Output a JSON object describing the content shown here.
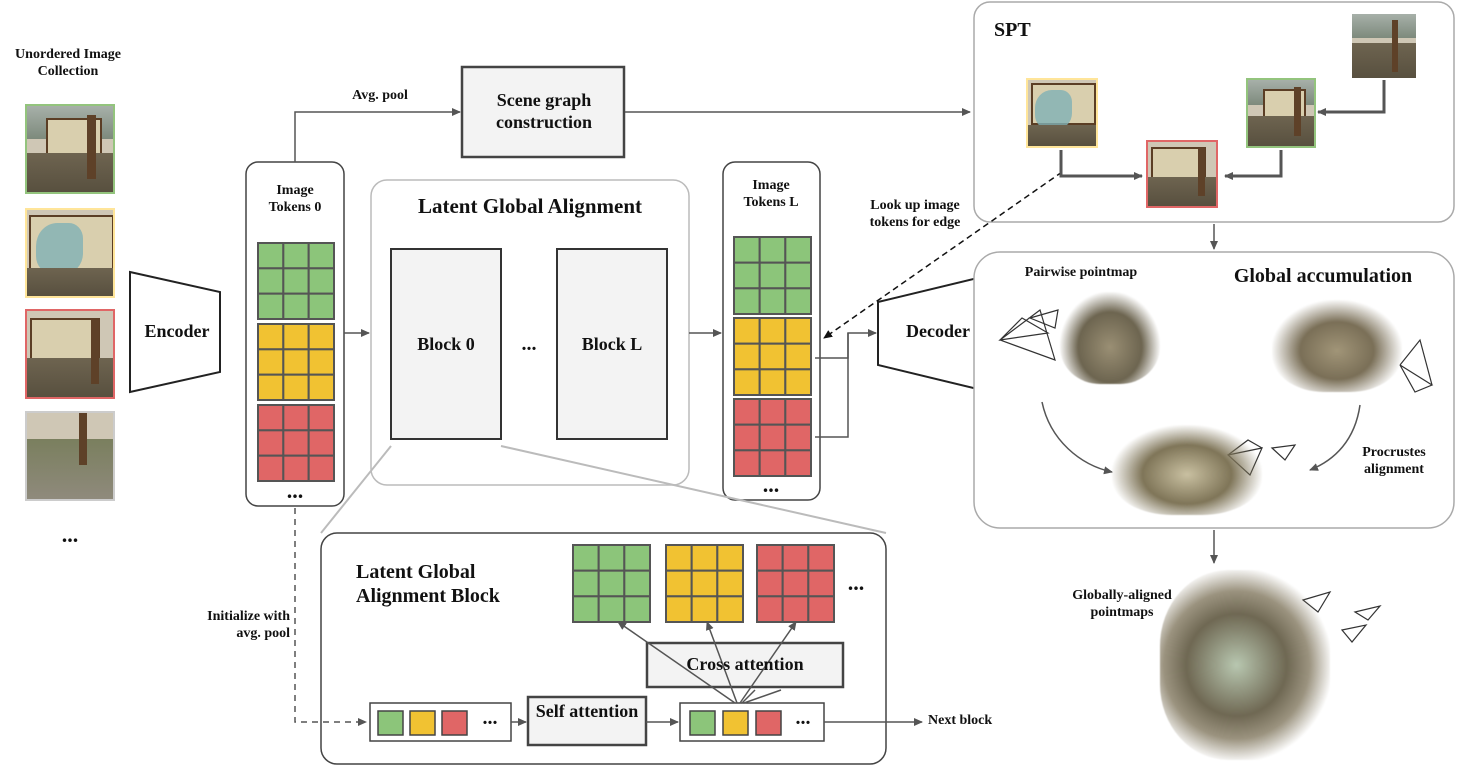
{
  "labels": {
    "unordered_collection": "Unordered Image Collection",
    "collection_ellipsis": "...",
    "encoder": "Encoder",
    "image_tokens_0": "Image Tokens 0",
    "avg_pool": "Avg. pool",
    "scene_graph": "Scene graph construction",
    "latent_global_alignment": "Latent Global Alignment",
    "block_0": "Block 0",
    "block_ellipsis": "...",
    "block_l": "Block L",
    "image_tokens_l": "Image Tokens L",
    "look_up": "Look up image tokens for edge",
    "decoder": "Decoder",
    "spt": "SPT",
    "pairwise_pointmap": "Pairwise pointmap",
    "global_accumulation": "Global accumulation",
    "procrustes": "Procrustes alignment",
    "globally_aligned": "Globally-aligned pointmaps",
    "initialize": "Initialize with avg. pool",
    "lga_block": "Latent Global Alignment Block",
    "cross_attention": "Cross attention",
    "self_attention": "Self attention",
    "next_block": "Next block",
    "token_ellipsis": "..."
  },
  "colors": {
    "green": "#8cc57a",
    "yellow": "#f1c232",
    "red": "#e06666",
    "grid_line": "#555555",
    "thumb_green": "#93c47d",
    "thumb_yellow": "#ffe599",
    "thumb_red": "#e06666",
    "thumb_gray": "#cccccc"
  }
}
